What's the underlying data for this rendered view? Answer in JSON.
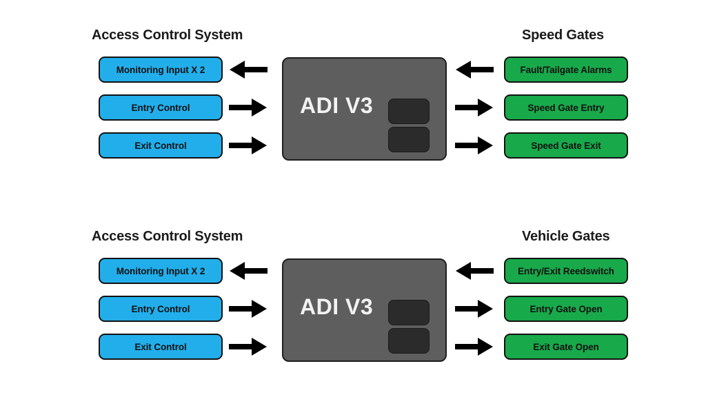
{
  "page": {
    "background": "#ffffff",
    "colors": {
      "blue": "#22AEEB",
      "green": "#18A94B",
      "device_body": "#5E5E5E",
      "device_button": "#2B2B2B",
      "outline": "#111111",
      "text": "#101010",
      "device_text": "#f2f2f2"
    }
  },
  "diagrams": [
    {
      "id": "speed-gates",
      "left_heading": "Access Control System",
      "right_heading": "Speed Gates",
      "device_label": "ADI V3",
      "left_nodes": [
        {
          "label": "Monitoring Input X 2",
          "arrow": "left"
        },
        {
          "label": "Entry Control",
          "arrow": "right"
        },
        {
          "label": "Exit Control",
          "arrow": "right"
        }
      ],
      "right_nodes": [
        {
          "label": "Fault/Tailgate Alarms",
          "arrow": "left"
        },
        {
          "label": "Speed Gate Entry",
          "arrow": "right"
        },
        {
          "label": "Speed Gate Exit",
          "arrow": "right"
        }
      ]
    },
    {
      "id": "vehicle-gates",
      "left_heading": "Access Control System",
      "right_heading": "Vehicle Gates",
      "device_label": "ADI V3",
      "left_nodes": [
        {
          "label": "Monitoring Input X 2",
          "arrow": "left"
        },
        {
          "label": "Entry Control",
          "arrow": "right"
        },
        {
          "label": "Exit Control",
          "arrow": "right"
        }
      ],
      "right_nodes": [
        {
          "label": "Entry/Exit Reedswitch",
          "arrow": "left"
        },
        {
          "label": "Entry Gate Open",
          "arrow": "right"
        },
        {
          "label": "Exit Gate Open",
          "arrow": "right"
        }
      ]
    }
  ]
}
